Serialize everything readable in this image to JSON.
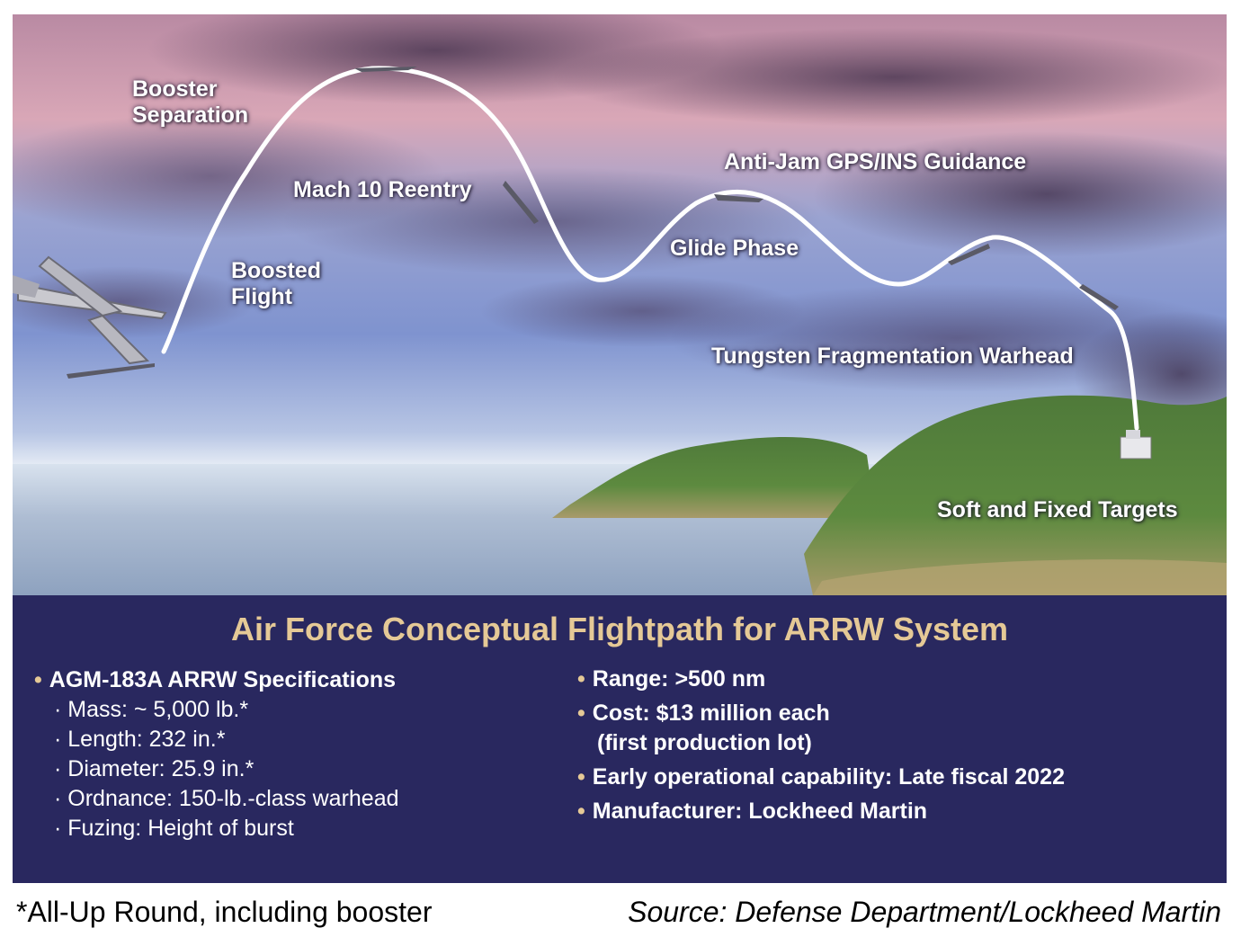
{
  "diagram": {
    "labels": {
      "booster_separation": [
        "Booster",
        "Separation"
      ],
      "mach10": "Mach 10 Reentry",
      "boosted_flight": [
        "Boosted",
        "Flight"
      ],
      "antijam": "Anti-Jam GPS/INS Guidance",
      "glide": "Glide Phase",
      "warhead": "Tungsten Fragmentation Warhead",
      "targets": "Soft and Fixed Targets"
    }
  },
  "panel": {
    "title": "Air Force Conceptual Flightpath for ARRW System",
    "spec_heading": "AGM-183A ARRW Specifications",
    "specs": [
      "· Mass: ~ 5,000 lb.*",
      "· Length: 232 in.*",
      "· Diameter: 25.9 in.*",
      "· Ordnance: 150-lb.-class warhead",
      "· Fuzing: Height of burst"
    ],
    "range": "Range: >500 nm",
    "cost_line1": "Cost: $13 million each",
    "cost_line2": "(first production lot)",
    "eoc": "Early operational capability: Late fiscal 2022",
    "manufacturer": "Manufacturer: Lockheed Martin",
    "bullet": "•"
  },
  "footnote": "*All-Up Round, including booster",
  "source": "Source: Defense Department/Lockheed Martin",
  "colors": {
    "panel_bg": "#29285f",
    "title_gold": "#e5c996",
    "path_white": "#ffffff"
  }
}
